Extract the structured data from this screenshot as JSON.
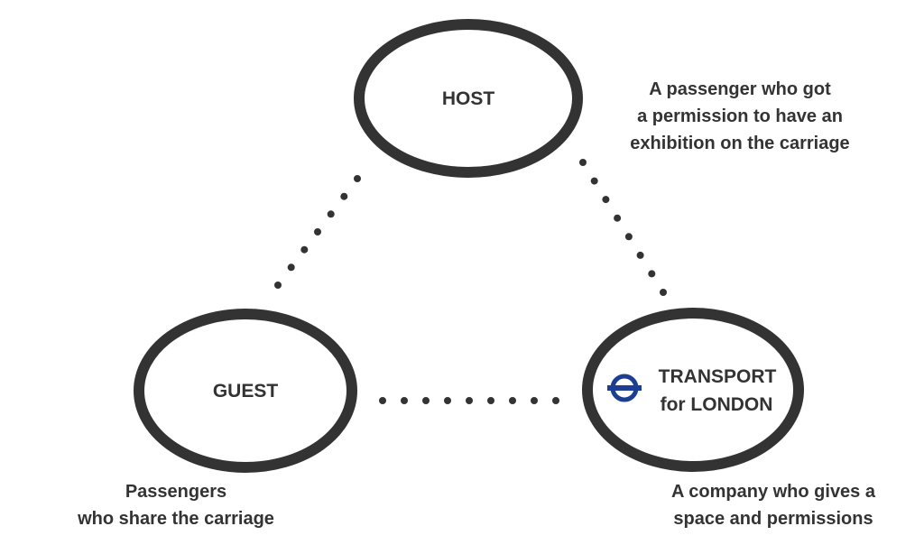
{
  "nodes": {
    "host": {
      "label": "HOST"
    },
    "guest": {
      "label": "GUEST"
    },
    "tfl": {
      "label_line1": "TRANSPORT",
      "label_line2": "for LONDON",
      "logo_icon": "roundel-icon"
    }
  },
  "descriptions": {
    "host": [
      "A passenger who got",
      "a permission to have an",
      "exhibition on the carriage"
    ],
    "guest": [
      "Passengers",
      "who share the carriage"
    ],
    "tfl": [
      "A company who gives a",
      "space and permissions"
    ]
  },
  "colors": {
    "outline": "#333333",
    "text": "#333333",
    "roundel": "#1c3f94"
  }
}
